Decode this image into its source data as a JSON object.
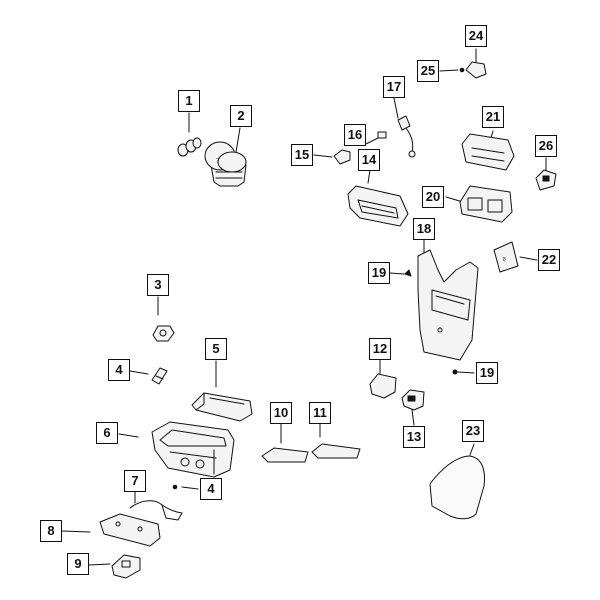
{
  "diagram": {
    "callouts": [
      {
        "id": "c1",
        "label": "1"
      },
      {
        "id": "c2",
        "label": "2"
      },
      {
        "id": "c3",
        "label": "3"
      },
      {
        "id": "c4a",
        "label": "4"
      },
      {
        "id": "c4b",
        "label": "4"
      },
      {
        "id": "c5",
        "label": "5"
      },
      {
        "id": "c6",
        "label": "6"
      },
      {
        "id": "c7",
        "label": "7"
      },
      {
        "id": "c8",
        "label": "8"
      },
      {
        "id": "c9",
        "label": "9"
      },
      {
        "id": "c10",
        "label": "10"
      },
      {
        "id": "c11",
        "label": "11"
      },
      {
        "id": "c12",
        "label": "12"
      },
      {
        "id": "c13",
        "label": "13"
      },
      {
        "id": "c14",
        "label": "14"
      },
      {
        "id": "c15",
        "label": "15"
      },
      {
        "id": "c16",
        "label": "16"
      },
      {
        "id": "c17",
        "label": "17"
      },
      {
        "id": "c18",
        "label": "18"
      },
      {
        "id": "c19a",
        "label": "19"
      },
      {
        "id": "c19b",
        "label": "19"
      },
      {
        "id": "c20",
        "label": "20"
      },
      {
        "id": "c21",
        "label": "21"
      },
      {
        "id": "c22",
        "label": "22"
      },
      {
        "id": "c23",
        "label": "23"
      },
      {
        "id": "c24",
        "label": "24"
      },
      {
        "id": "c25",
        "label": "25"
      },
      {
        "id": "c26",
        "label": "26"
      }
    ],
    "part_label_7": "7",
    "part_label_8": "8",
    "line_color": "#111111",
    "part_fill": "#f4f4f4"
  }
}
